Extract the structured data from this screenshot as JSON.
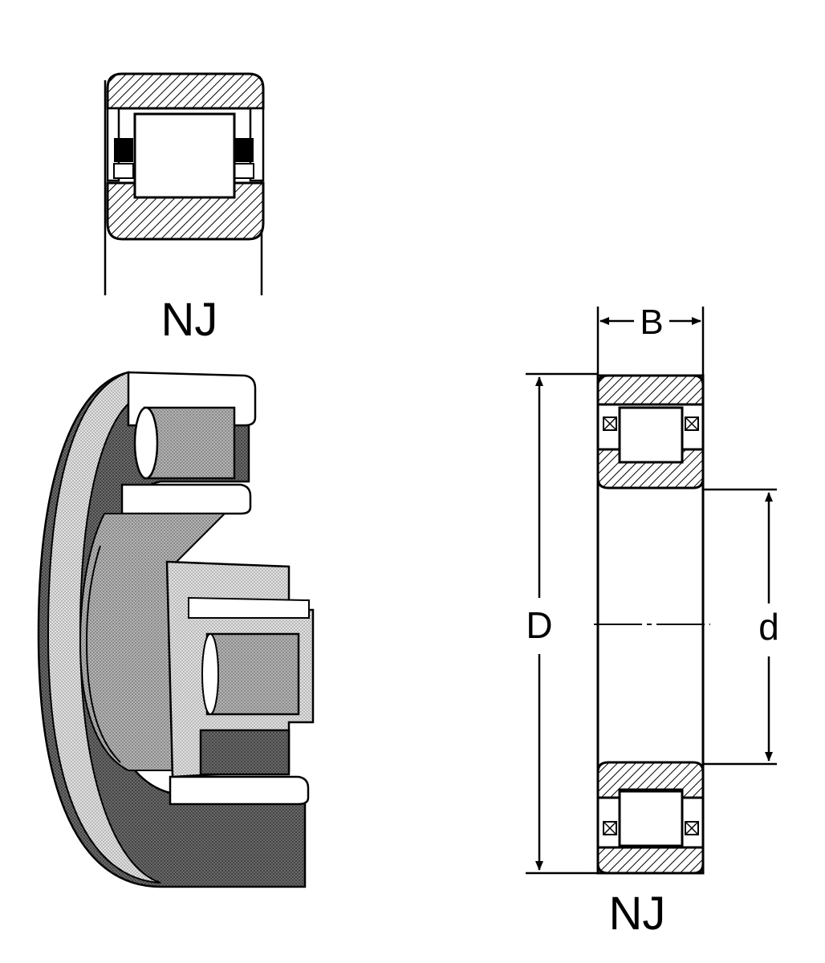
{
  "labels": {
    "top_section_type": "NJ",
    "bottom_section_type": "NJ",
    "width_dim": "B",
    "outer_diameter_dim": "D",
    "bore_diameter_dim": "d"
  },
  "colors": {
    "ink": "#000000",
    "paper": "#ffffff",
    "shade_light": "#d8d8d8",
    "shade_mid": "#9a9a9a",
    "shade_dark": "#3a3a3a"
  }
}
